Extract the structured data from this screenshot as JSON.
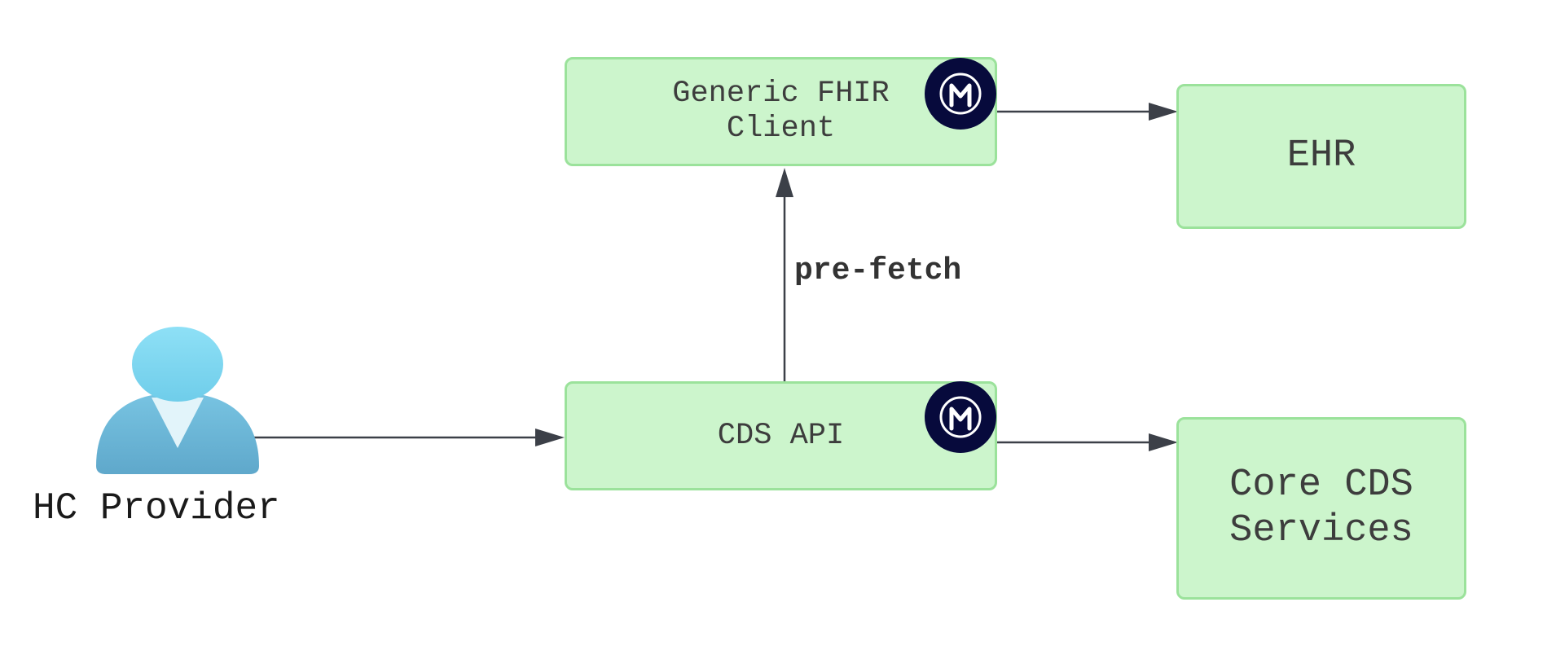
{
  "actor": {
    "label": "HC Provider",
    "icon": "person-icon",
    "colors": {
      "head": "#7dd6ef",
      "body": "#66b2d3",
      "collar": "#e2f4fa"
    }
  },
  "nodes": {
    "fhir_client": {
      "label": "Generic FHIR\nClient",
      "badge": "mulesoft-logo"
    },
    "cds_api": {
      "label": "CDS API",
      "badge": "mulesoft-logo"
    },
    "ehr": {
      "label": "EHR"
    },
    "core_cds": {
      "label": "Core CDS\nServices"
    }
  },
  "edges": [
    {
      "from": "actor",
      "to": "cds_api",
      "label": ""
    },
    {
      "from": "cds_api",
      "to": "fhir_client",
      "label": "pre-fetch"
    },
    {
      "from": "fhir_client",
      "to": "ehr",
      "label": ""
    },
    {
      "from": "cds_api",
      "to": "core_cds",
      "label": ""
    }
  ],
  "colors": {
    "node_fill": "#ccf5cc",
    "node_border": "#9be29b",
    "connector": "#3c4048",
    "badge_fill": "#070a3c",
    "badge_mark": "#ffffff"
  }
}
